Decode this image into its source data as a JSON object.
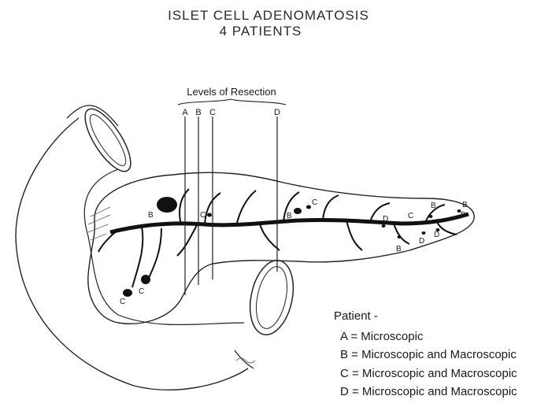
{
  "title": {
    "line1": "ISLET CELL ADENOMATOSIS",
    "line2": "4 PATIENTS"
  },
  "resection": {
    "heading": "Levels of Resection",
    "levels": [
      "A",
      "B",
      "C",
      "D"
    ]
  },
  "lesion_labels": {
    "B_head": "B",
    "C_body": "C",
    "B_mid": "B",
    "C_mid": "C",
    "D_t1": "D",
    "C_t1": "C",
    "B_t1": "B",
    "B_t2": "B",
    "B_t3": "B",
    "D_t2": "D",
    "D_t3": "D",
    "B_t4": "B",
    "C_unc1": "C",
    "C_unc2": "C"
  },
  "legend": {
    "heading": "Patient -",
    "items": [
      "A = Microscopic",
      "B = Microscopic and Macroscopic",
      "C = Microscopic and Macroscopic",
      "D = Microscopic and Macroscopic"
    ]
  }
}
